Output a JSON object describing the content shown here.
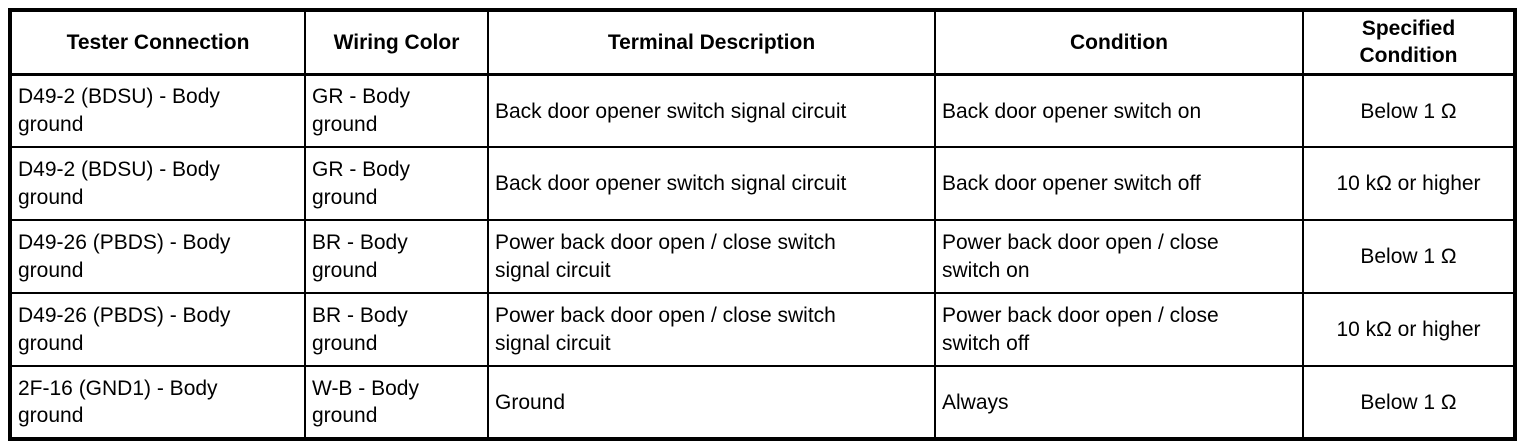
{
  "table": {
    "title_semantic": "terminal-inspection-specification-table",
    "colors": {
      "border": "#000000",
      "text": "#000000",
      "background": "#ffffff"
    },
    "header": {
      "tester_connection": "Tester Connection",
      "wiring_color": "Wiring Color",
      "terminal_description": "Terminal Description",
      "condition": "Condition",
      "specified_condition": "Specified Condition"
    },
    "rows": [
      {
        "tester_connection": "D49-2 (BDSU) - Body ground",
        "wiring_color": "GR - Body ground",
        "terminal_description": "Back door opener switch signal circuit",
        "condition": "Back door opener switch on",
        "specified_condition": "Below 1 Ω"
      },
      {
        "tester_connection": "D49-2 (BDSU) - Body ground",
        "wiring_color": "GR - Body ground",
        "terminal_description": "Back door opener switch signal circuit",
        "condition": "Back door opener switch off",
        "specified_condition": "10 kΩ or higher"
      },
      {
        "tester_connection": "D49-26 (PBDS) - Body ground",
        "wiring_color": "BR - Body ground",
        "terminal_description": "Power back door open / close switch signal circuit",
        "condition": "Power back door open / close switch on",
        "specified_condition": "Below 1 Ω"
      },
      {
        "tester_connection": "D49-26 (PBDS) - Body ground",
        "wiring_color": "BR - Body ground",
        "terminal_description": "Power back door open / close switch signal circuit",
        "condition": "Power back door open / close switch off",
        "specified_condition": "10 kΩ or higher"
      },
      {
        "tester_connection": "2F-16 (GND1) - Body ground",
        "wiring_color": "W-B - Body ground",
        "terminal_description": "Ground",
        "condition": "Always",
        "specified_condition": "Below 1 Ω"
      }
    ]
  }
}
